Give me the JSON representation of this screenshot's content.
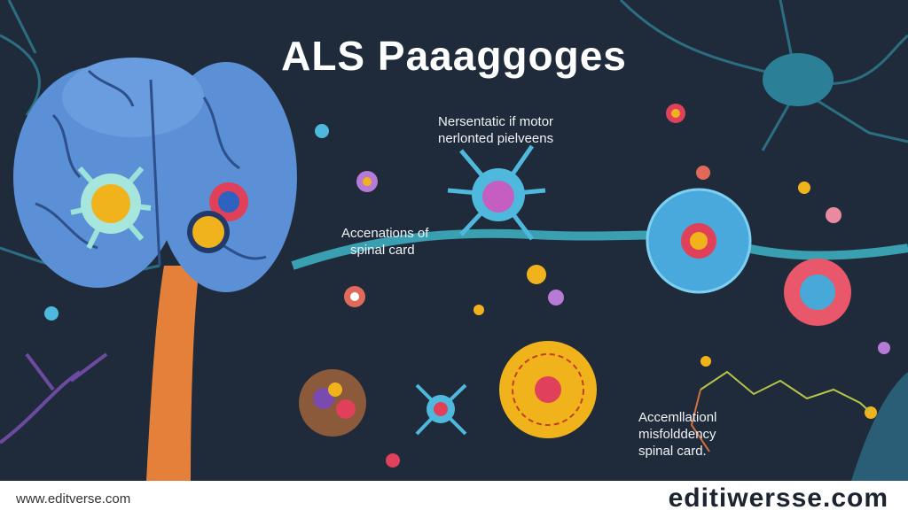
{
  "title": "ALS Paaaggoges",
  "labels": {
    "top": [
      "Nersentatic if motor",
      "nerlonted pielveens"
    ],
    "left": [
      "Accenations of",
      "spinal card"
    ],
    "bottom": [
      "Accemllationl",
      "misfolddency",
      "spinal card."
    ]
  },
  "footer": {
    "left": "www.editverse.com",
    "right": "editiwersse.com"
  },
  "colors": {
    "background": "#1f2b3a",
    "brain": "#5b8fd6",
    "spinal_cord": "#e5803a",
    "axon": "#3a9fb0"
  }
}
